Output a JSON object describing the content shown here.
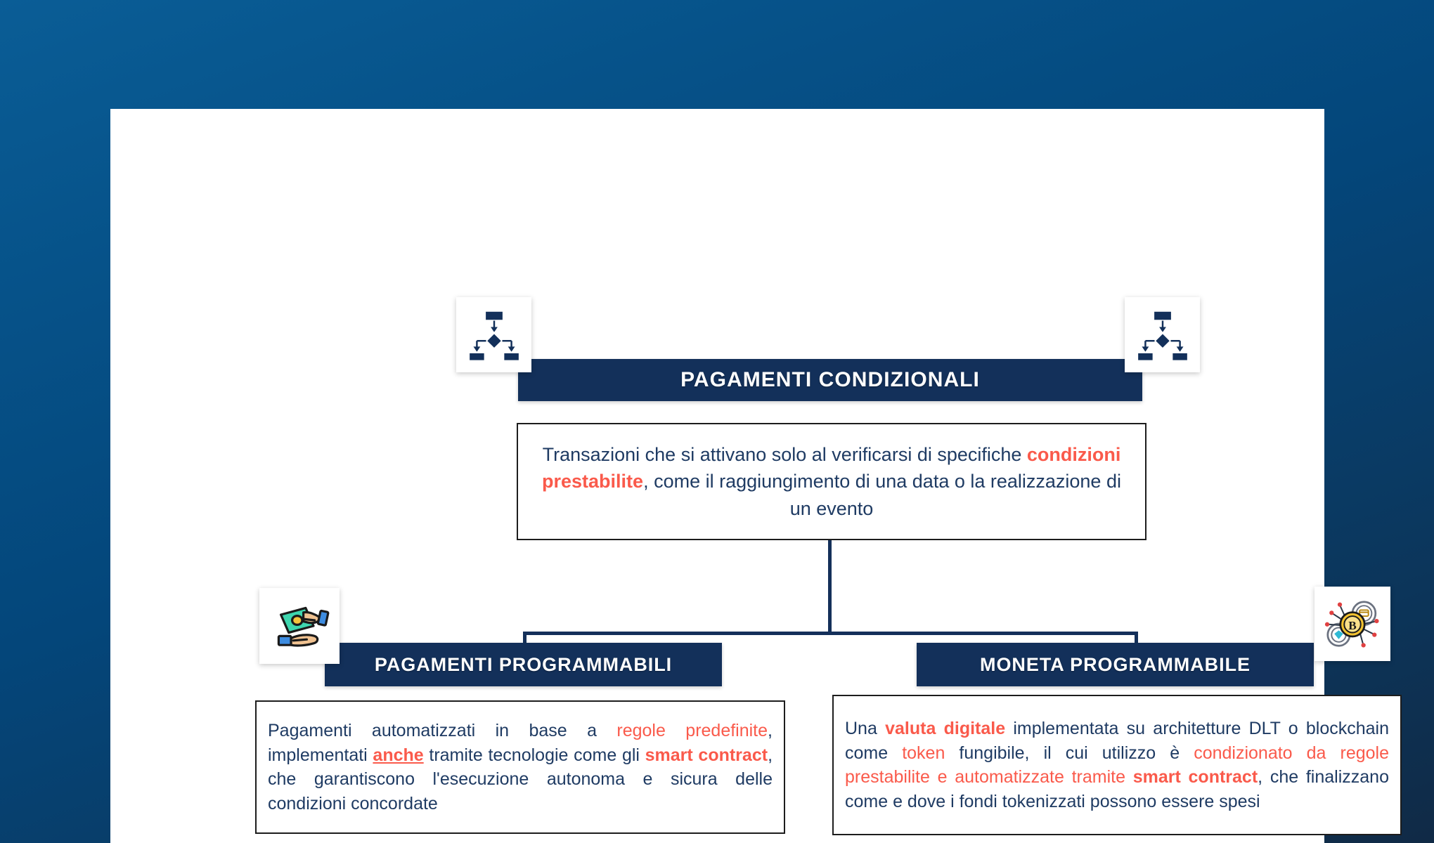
{
  "colors": {
    "background_gradient_start": "#0a5d96",
    "background_gradient_end": "#102a46",
    "banner_navy": "#13305a",
    "text_navy": "#1f3b63",
    "accent_red": "#fa5a4b",
    "canvas_white": "#ffffff",
    "box_border": "#1d1d1d"
  },
  "main": {
    "banner_title": "PAGAMENTI CONDIZIONALI",
    "description": {
      "segments": [
        {
          "text": "Transazioni che si attivano solo al verificarsi di specifiche ",
          "style": "normal"
        },
        {
          "text": "condizioni prestabilite",
          "style": "bold-red"
        },
        {
          "text": ", come il raggiungimento di una data o la realizzazione di un evento",
          "style": "normal"
        }
      ],
      "plain": "Transazioni che si attivano solo al verificarsi di specifiche condizioni prestabilite, come il raggiungimento di una data o la realizzazione di un evento"
    }
  },
  "branches": [
    {
      "id": "pagamenti-programmabili",
      "banner_title": "PAGAMENTI PROGRAMMABILI",
      "description": {
        "segments": [
          {
            "text": "Pagamenti automatizzati in base a ",
            "style": "normal"
          },
          {
            "text": "regole predefinite",
            "style": "red"
          },
          {
            "text": ", implementati ",
            "style": "normal"
          },
          {
            "text": "anche",
            "style": "bold-red-underline"
          },
          {
            "text": " tramite tecnologie come gli ",
            "style": "normal"
          },
          {
            "text": "smart contract",
            "style": "bold-red"
          },
          {
            "text": ", che garantiscono l'esecuzione autonoma e sicura delle condizioni concordate",
            "style": "normal"
          }
        ],
        "plain": "Pagamenti automatizzati in base a regole predefinite, implementati anche tramite tecnologie come gli smart contract, che garantiscono l'esecuzione autonoma e sicura delle condizioni concordate"
      },
      "icon": "handshake-money-icon"
    },
    {
      "id": "moneta-programmabile",
      "banner_title": "MONETA PROGRAMMABILE",
      "description": {
        "segments": [
          {
            "text": "Una ",
            "style": "normal"
          },
          {
            "text": "valuta digitale",
            "style": "bold-red"
          },
          {
            "text": " implementata su architetture DLT o blockchain come ",
            "style": "normal"
          },
          {
            "text": "token",
            "style": "red"
          },
          {
            "text": " fungibile, il cui utilizzo è ",
            "style": "normal"
          },
          {
            "text": "condizionato da regole prestabilite e automatizzate tramite ",
            "style": "red"
          },
          {
            "text": "smart contract",
            "style": "bold-red"
          },
          {
            "text": ", che finalizzano come e dove i fondi tokenizzati possono essere spesi",
            "style": "normal"
          }
        ],
        "plain": "Una valuta digitale implementata su architetture DLT o blockchain come token fungibile, il cui utilizzo è condizionato da regole prestabilite e automatizzate tramite smart contract, che finalizzano come e dove i fondi tokenizzati possono essere spesi"
      },
      "icon": "crypto-token-network-icon"
    }
  ],
  "icons": {
    "flowchart_left": "flowchart-icon",
    "flowchart_right": "flowchart-icon",
    "handshake": "handshake-money-icon",
    "token": "crypto-token-network-icon"
  }
}
